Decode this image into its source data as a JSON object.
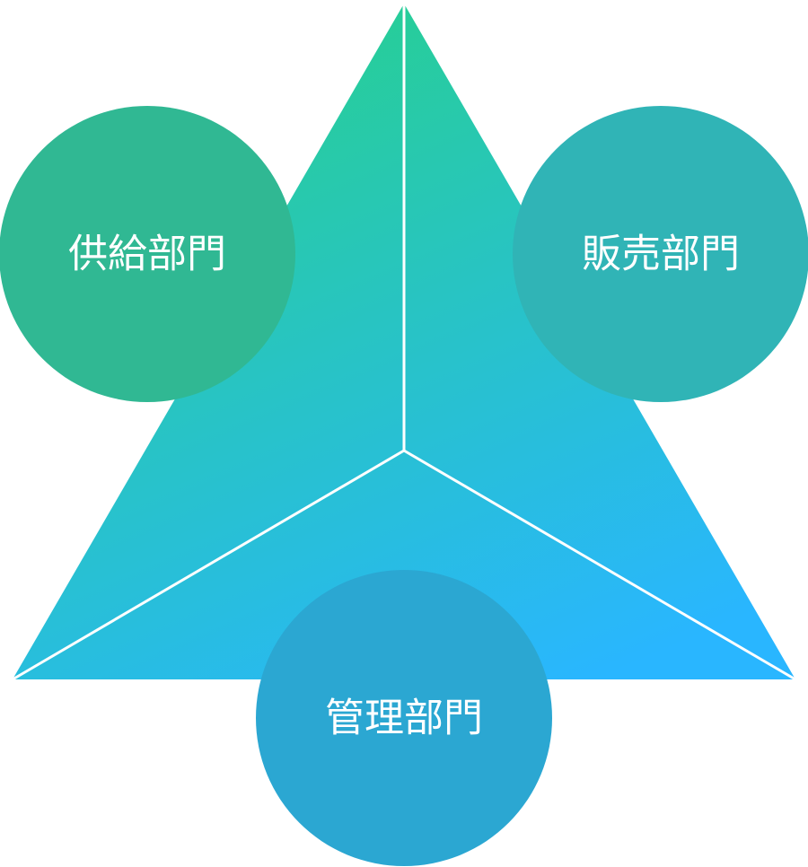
{
  "diagram": {
    "nodes": [
      {
        "label": "供給部門"
      },
      {
        "label": "販売部門"
      },
      {
        "label": "管理部門"
      }
    ]
  },
  "colors": {
    "triangle_gradient_start": "#27d08e",
    "triangle_gradient_end": "#29b6ff",
    "divider_line": "#ffffff",
    "node_supply": "#30b893",
    "node_sales": "#30b4b6",
    "node_management": "#2ba7d2",
    "label_text": "#ffffff"
  }
}
